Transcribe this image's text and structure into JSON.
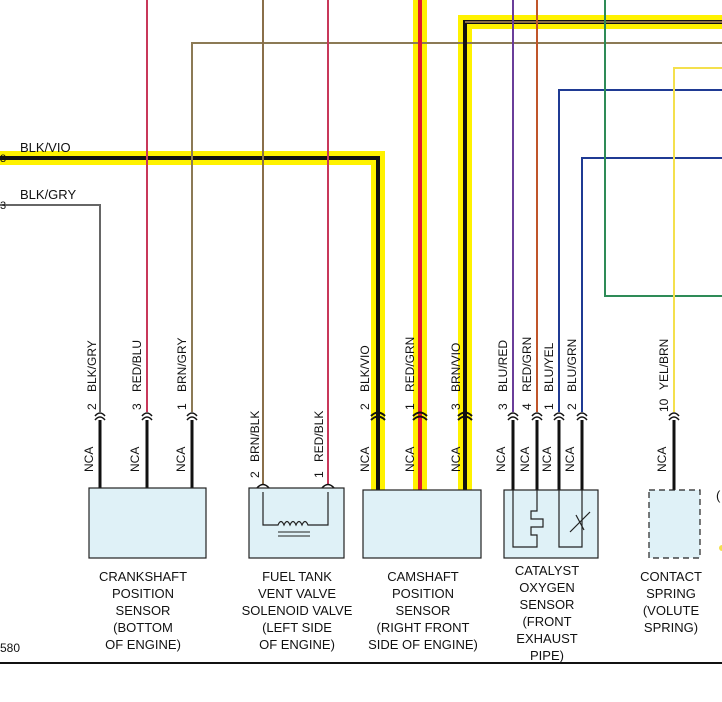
{
  "wires_top": {
    "blk_vio": "BLK/VIO",
    "blk_gry": "BLK/GRY"
  },
  "crankshaft": {
    "pins": [
      {
        "num": "2",
        "color": "BLK/GRY"
      },
      {
        "num": "3",
        "color": "RED/BLU"
      },
      {
        "num": "1",
        "color": "BRN/GRY"
      }
    ],
    "nca": "NCA",
    "label": [
      "CRANKSHAFT",
      "POSITION",
      "SENSOR",
      "(BOTTOM",
      "OF ENGINE)"
    ]
  },
  "fuel_tank": {
    "pins": [
      {
        "num": "2",
        "color": "BRN/BLK"
      },
      {
        "num": "1",
        "color": "RED/BLK"
      }
    ],
    "label": [
      "FUEL TANK",
      "VENT VALVE",
      "SOLENOID VALVE",
      "(LEFT SIDE",
      "OF ENGINE)"
    ]
  },
  "camshaft": {
    "pins": [
      {
        "num": "2",
        "color": "BLK/VIO"
      },
      {
        "num": "1",
        "color": "RED/GRN"
      },
      {
        "num": "3",
        "color": "BRN/VIO"
      }
    ],
    "nca": "NCA",
    "label": [
      "CAMSHAFT",
      "POSITION",
      "SENSOR",
      "(RIGHT FRONT",
      "SIDE OF ENGINE)"
    ]
  },
  "catalyst": {
    "pins": [
      {
        "num": "3",
        "color": "BLU/RED"
      },
      {
        "num": "4",
        "color": "RED/GRN"
      },
      {
        "num": "1",
        "color": "BLU/YEL"
      },
      {
        "num": "2",
        "color": "BLU/GRN"
      }
    ],
    "nca": "NCA",
    "label": [
      "CATALYST",
      "OXYGEN",
      "SENSOR",
      "(FRONT",
      "EXHAUST",
      "PIPE)"
    ]
  },
  "contact_spring": {
    "pins": [
      {
        "num": "10",
        "color": "YEL/BRN"
      }
    ],
    "nca": "NCA",
    "label": [
      "CONTACT",
      "SPRING",
      "(VOLUTE",
      "SPRING)"
    ]
  },
  "corner_number": "580",
  "colors": {
    "highlight": "#fff200",
    "black": "#111111",
    "red": "#e0192b",
    "pink_red": "#c8385a",
    "brown": "#8a6f4a",
    "olive": "#8c7a55",
    "violet": "#6a3d9a",
    "rust": "#c0552a",
    "blue": "#1f3a93",
    "green": "#2e8b57",
    "yellow": "#f4e04d",
    "gray": "#666666",
    "box_fill": "#dff1f7"
  }
}
